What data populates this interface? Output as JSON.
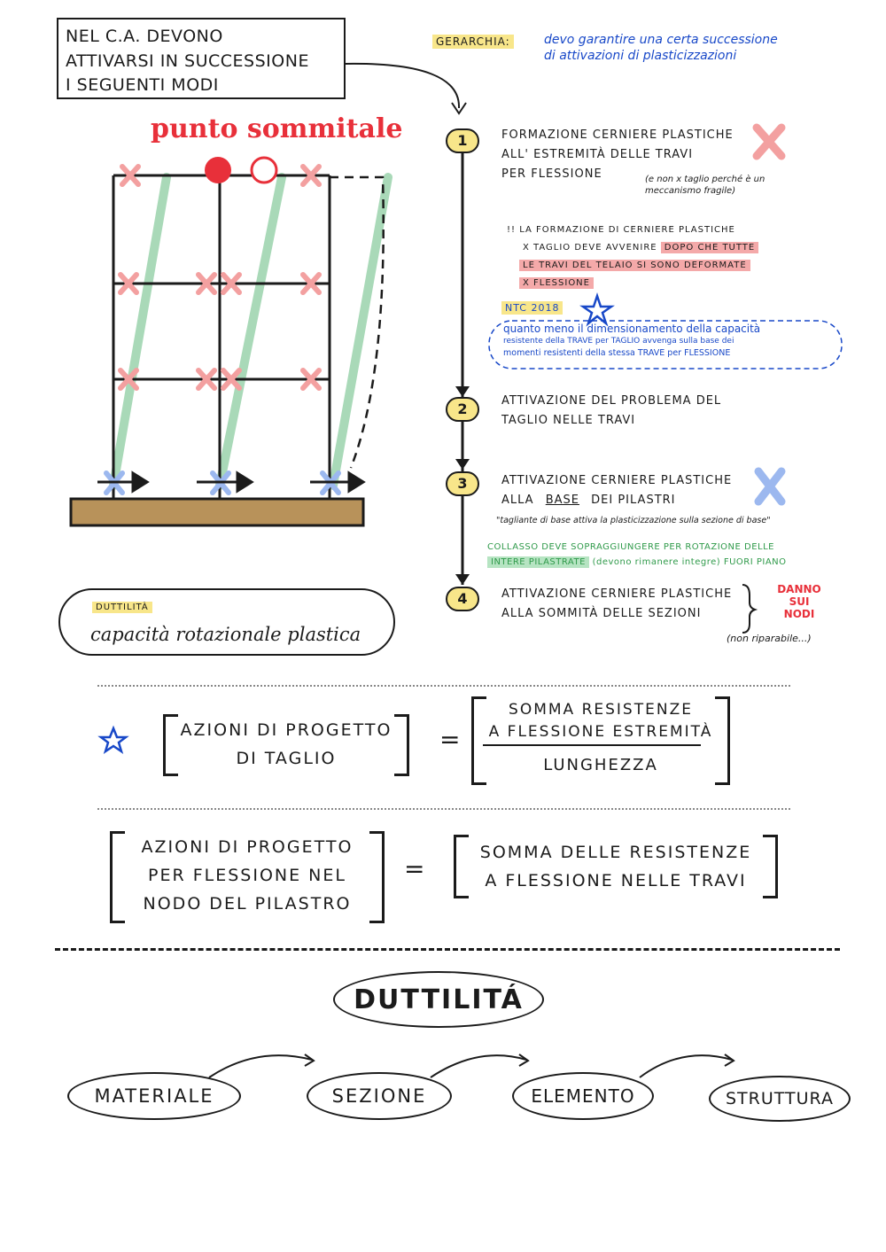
{
  "title_box": {
    "lines": [
      "NEL C.A. DEVONO",
      "ATTIVARSI IN SUCCESSIONE",
      "I SEGUENTI MODI"
    ]
  },
  "punto_label": "punto sommitale",
  "gerarchia": {
    "label": "GERARCHIA:",
    "text_line1": "devo garantire una certa successione",
    "text_line2": "di attivazioni di plasticizzazioni"
  },
  "steps": [
    {
      "number": "1",
      "lines": [
        "FORMAZIONE CERNIERE PLASTICHE",
        "ALL' ESTREMITÀ DELLE TRAVI",
        "PER FLESSIONE"
      ],
      "note": "(e non x taglio perché è un meccanismo fragile)",
      "sub_prefix": "!! LA FORMAZIONE DI CERNIERE PLASTICHE",
      "sub_line2a": "X TAGLIO DEVE AVVENIRE",
      "sub_line2b": "DOPO CHE TUTTE",
      "sub_line3": "LE TRAVI DEL TELAIO SI SONO DEFORMATE",
      "sub_line4": "X FLESSIONE",
      "ntc_label": "NTC 2018",
      "ntc_line1": "quanto meno il dimensionamento della capacità",
      "ntc_line2": "resistente della TRAVE per TAGLIO avvenga sulla base dei",
      "ntc_line3": "momenti resistenti della stessa TRAVE per FLESSIONE"
    },
    {
      "number": "2",
      "lines": [
        "ATTIVAZIONE DEL PROBLEMA DEL",
        "TAGLIO NELLE TRAVI"
      ]
    },
    {
      "number": "3",
      "lines_a": "ATTIVAZIONE CERNIERE PLASTICHE",
      "line_b_pre": "ALLA",
      "line_b_base": "BASE",
      "line_b_post": "DEI PILASTRI",
      "quote": "\"tagliante di base attiva la plasticizzazione sulla sezione di base\"",
      "collasso_line1": "COLLASSO DEVE SOPRAGGIUNGERE PER ROTAZIONE DELLE",
      "collasso_hl": "INTERE PILASTRATE",
      "collasso_rest": "(devono rimanere integre) FUORI PIANO"
    },
    {
      "number": "4",
      "lines": [
        "ATTIVAZIONE CERNIERE PLASTICHE",
        "ALLA SOMMITÀ DELLE SEZIONI"
      ],
      "danno": [
        "DANNO",
        "SUI",
        "NODI"
      ],
      "non_rip": "(non riparabile...)"
    }
  ],
  "duttilita_box": {
    "label": "DUTTILITÀ",
    "text": "capacità rotazionale plastica"
  },
  "eq1": {
    "lhs": [
      "AZIONI DI PROGETTO",
      "DI TAGLIO"
    ],
    "num": [
      "SOMMA RESISTENZE",
      "A FLESSIONE ESTREMITÀ"
    ],
    "den": "LUNGHEZZA"
  },
  "eq2": {
    "lhs": [
      "AZIONI DI PROGETTO",
      "PER FLESSIONE NEL",
      "NODO DEL PILASTRO"
    ],
    "rhs": [
      "SOMMA DELLE RESISTENZE",
      "A FLESSIONE NELLE TRAVI"
    ]
  },
  "duttilita_title": "DUTTILITÁ",
  "chain": [
    "MATERIALE",
    "SEZIONE",
    "ELEMENTO",
    "STRUTTURA"
  ],
  "colors": {
    "yellow": "#f8e68a",
    "pink": "#f4a9a9",
    "green": "#b6e4c2",
    "red": "#e8303a",
    "blue": "#1848c8"
  }
}
